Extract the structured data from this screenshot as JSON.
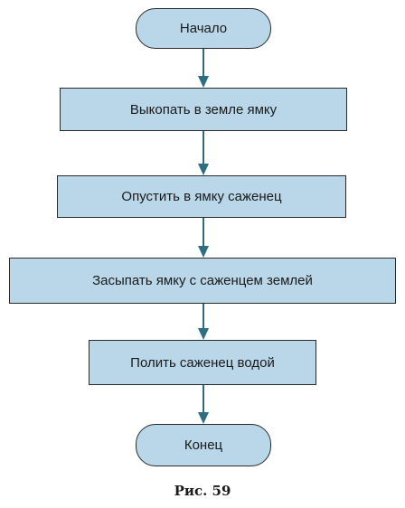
{
  "diagram": {
    "nodes": {
      "start": "Начало",
      "step1": "Выкопать в земле ямку",
      "step2": "Опустить в ямку саженец",
      "step3": "Засыпать ямку с саженцем землей",
      "step4": "Полить саженец водой",
      "end": "Конец"
    },
    "caption": "Рис. 59",
    "colors": {
      "node_fill": "#b9d7e8",
      "node_border": "#2a2a2a",
      "arrow": "#2d6e80"
    }
  }
}
